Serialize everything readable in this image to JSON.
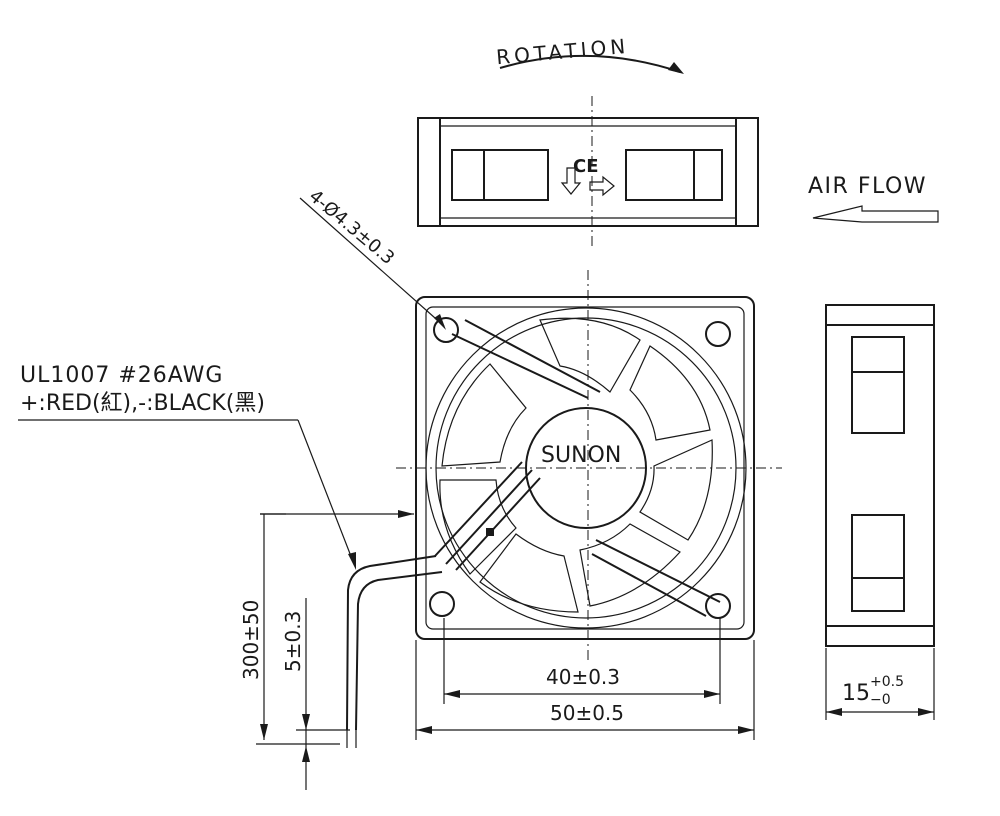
{
  "labels": {
    "rotation": "ROTATION",
    "air_flow": "AIR FLOW",
    "brand": "SUNON",
    "ce_mark": "CE",
    "hole_spec": "4-Ø4.3±0.3",
    "wire_type": "UL1007  #26AWG",
    "wire_colors": "+:RED(紅),-:BLACK(黑)"
  },
  "dimensions": {
    "lead_length": "300±50",
    "strip_length": "5±0.3",
    "hole_pitch": "40±0.3",
    "frame_width": "50±0.5",
    "thickness_main": "15",
    "thickness_plus": "+0.5",
    "thickness_minus": "−0"
  }
}
